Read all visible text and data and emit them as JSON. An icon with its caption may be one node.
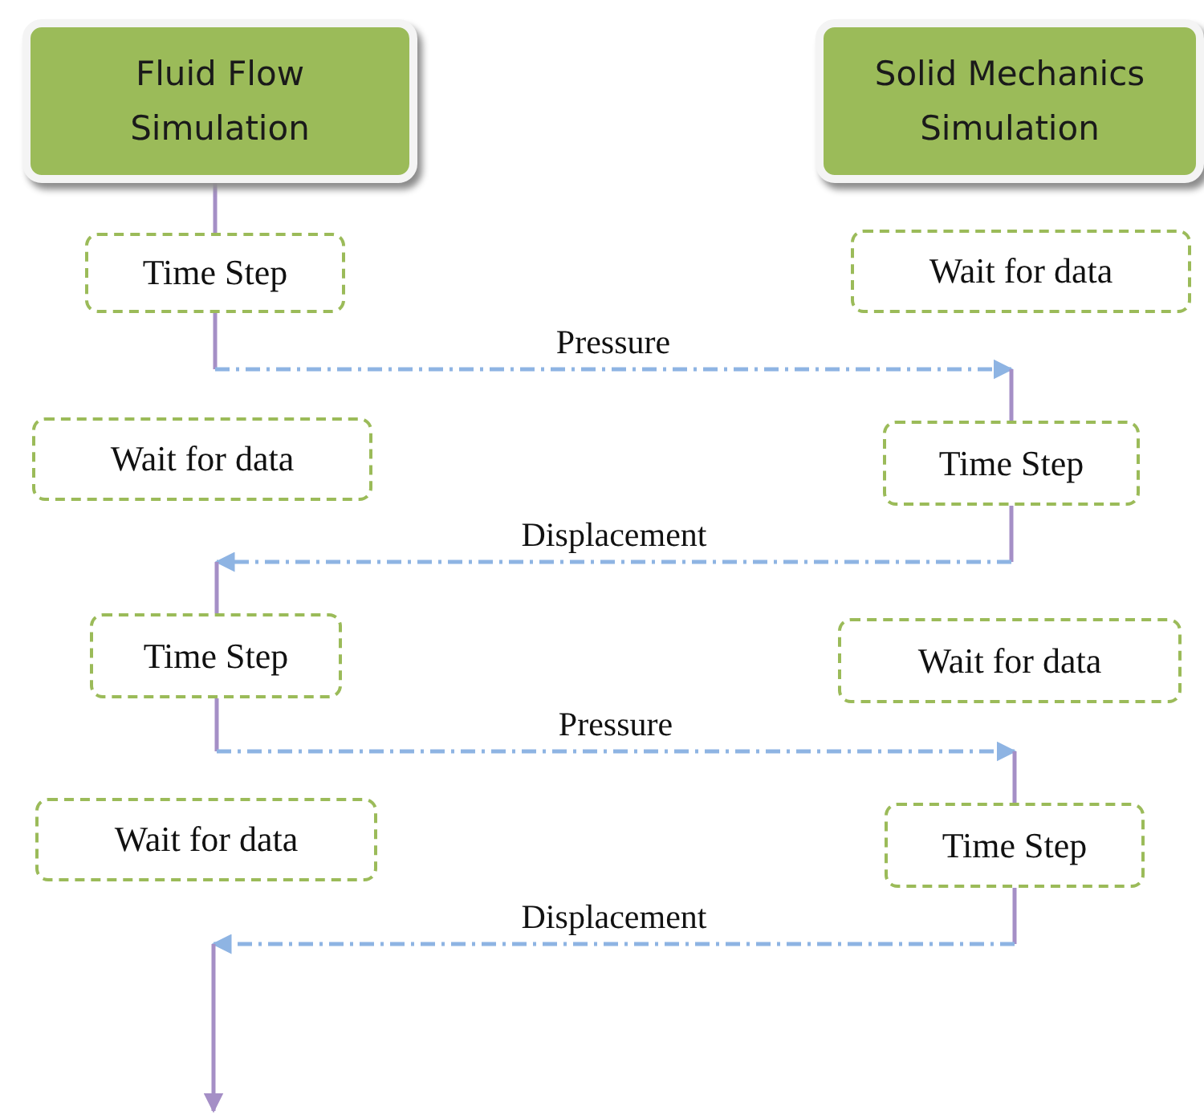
{
  "diagram": {
    "nodes": [
      {
        "text": [
          "Fluid Flow Simulation"
        ]
      },
      {
        "text": [
          "Solid Mechanics Simulation"
        ]
      },
      {
        "text": [
          "Time Step"
        ]
      },
      {
        "text": [
          "Wait for data"
        ]
      },
      {
        "text": [
          "Wait for data"
        ]
      },
      {
        "text": [
          "Time Step"
        ]
      },
      {
        "text": [
          "Time Step"
        ]
      },
      {
        "text": [
          "Wait for data"
        ]
      },
      {
        "text": [
          "Wait for data"
        ]
      },
      {
        "text": [
          "Time Step"
        ]
      }
    ],
    "edges": [
      {
        "from": 0,
        "to": 2,
        "arrow": "none",
        "color": "#a58fc6"
      },
      {
        "from": 2,
        "to": 5,
        "arrow": "to",
        "label": "Pressure",
        "style": "dashed"
      },
      {
        "from": 5,
        "to": 6,
        "arrow": "to",
        "label": "Displacement",
        "style": "dashed"
      },
      {
        "from": 6,
        "to": 9,
        "arrow": "to",
        "label": "Pressure",
        "style": "dashed"
      },
      {
        "from": 9,
        "to": null,
        "arrow": "to",
        "label": "Displacement",
        "style": "dashed"
      }
    ]
  }
}
